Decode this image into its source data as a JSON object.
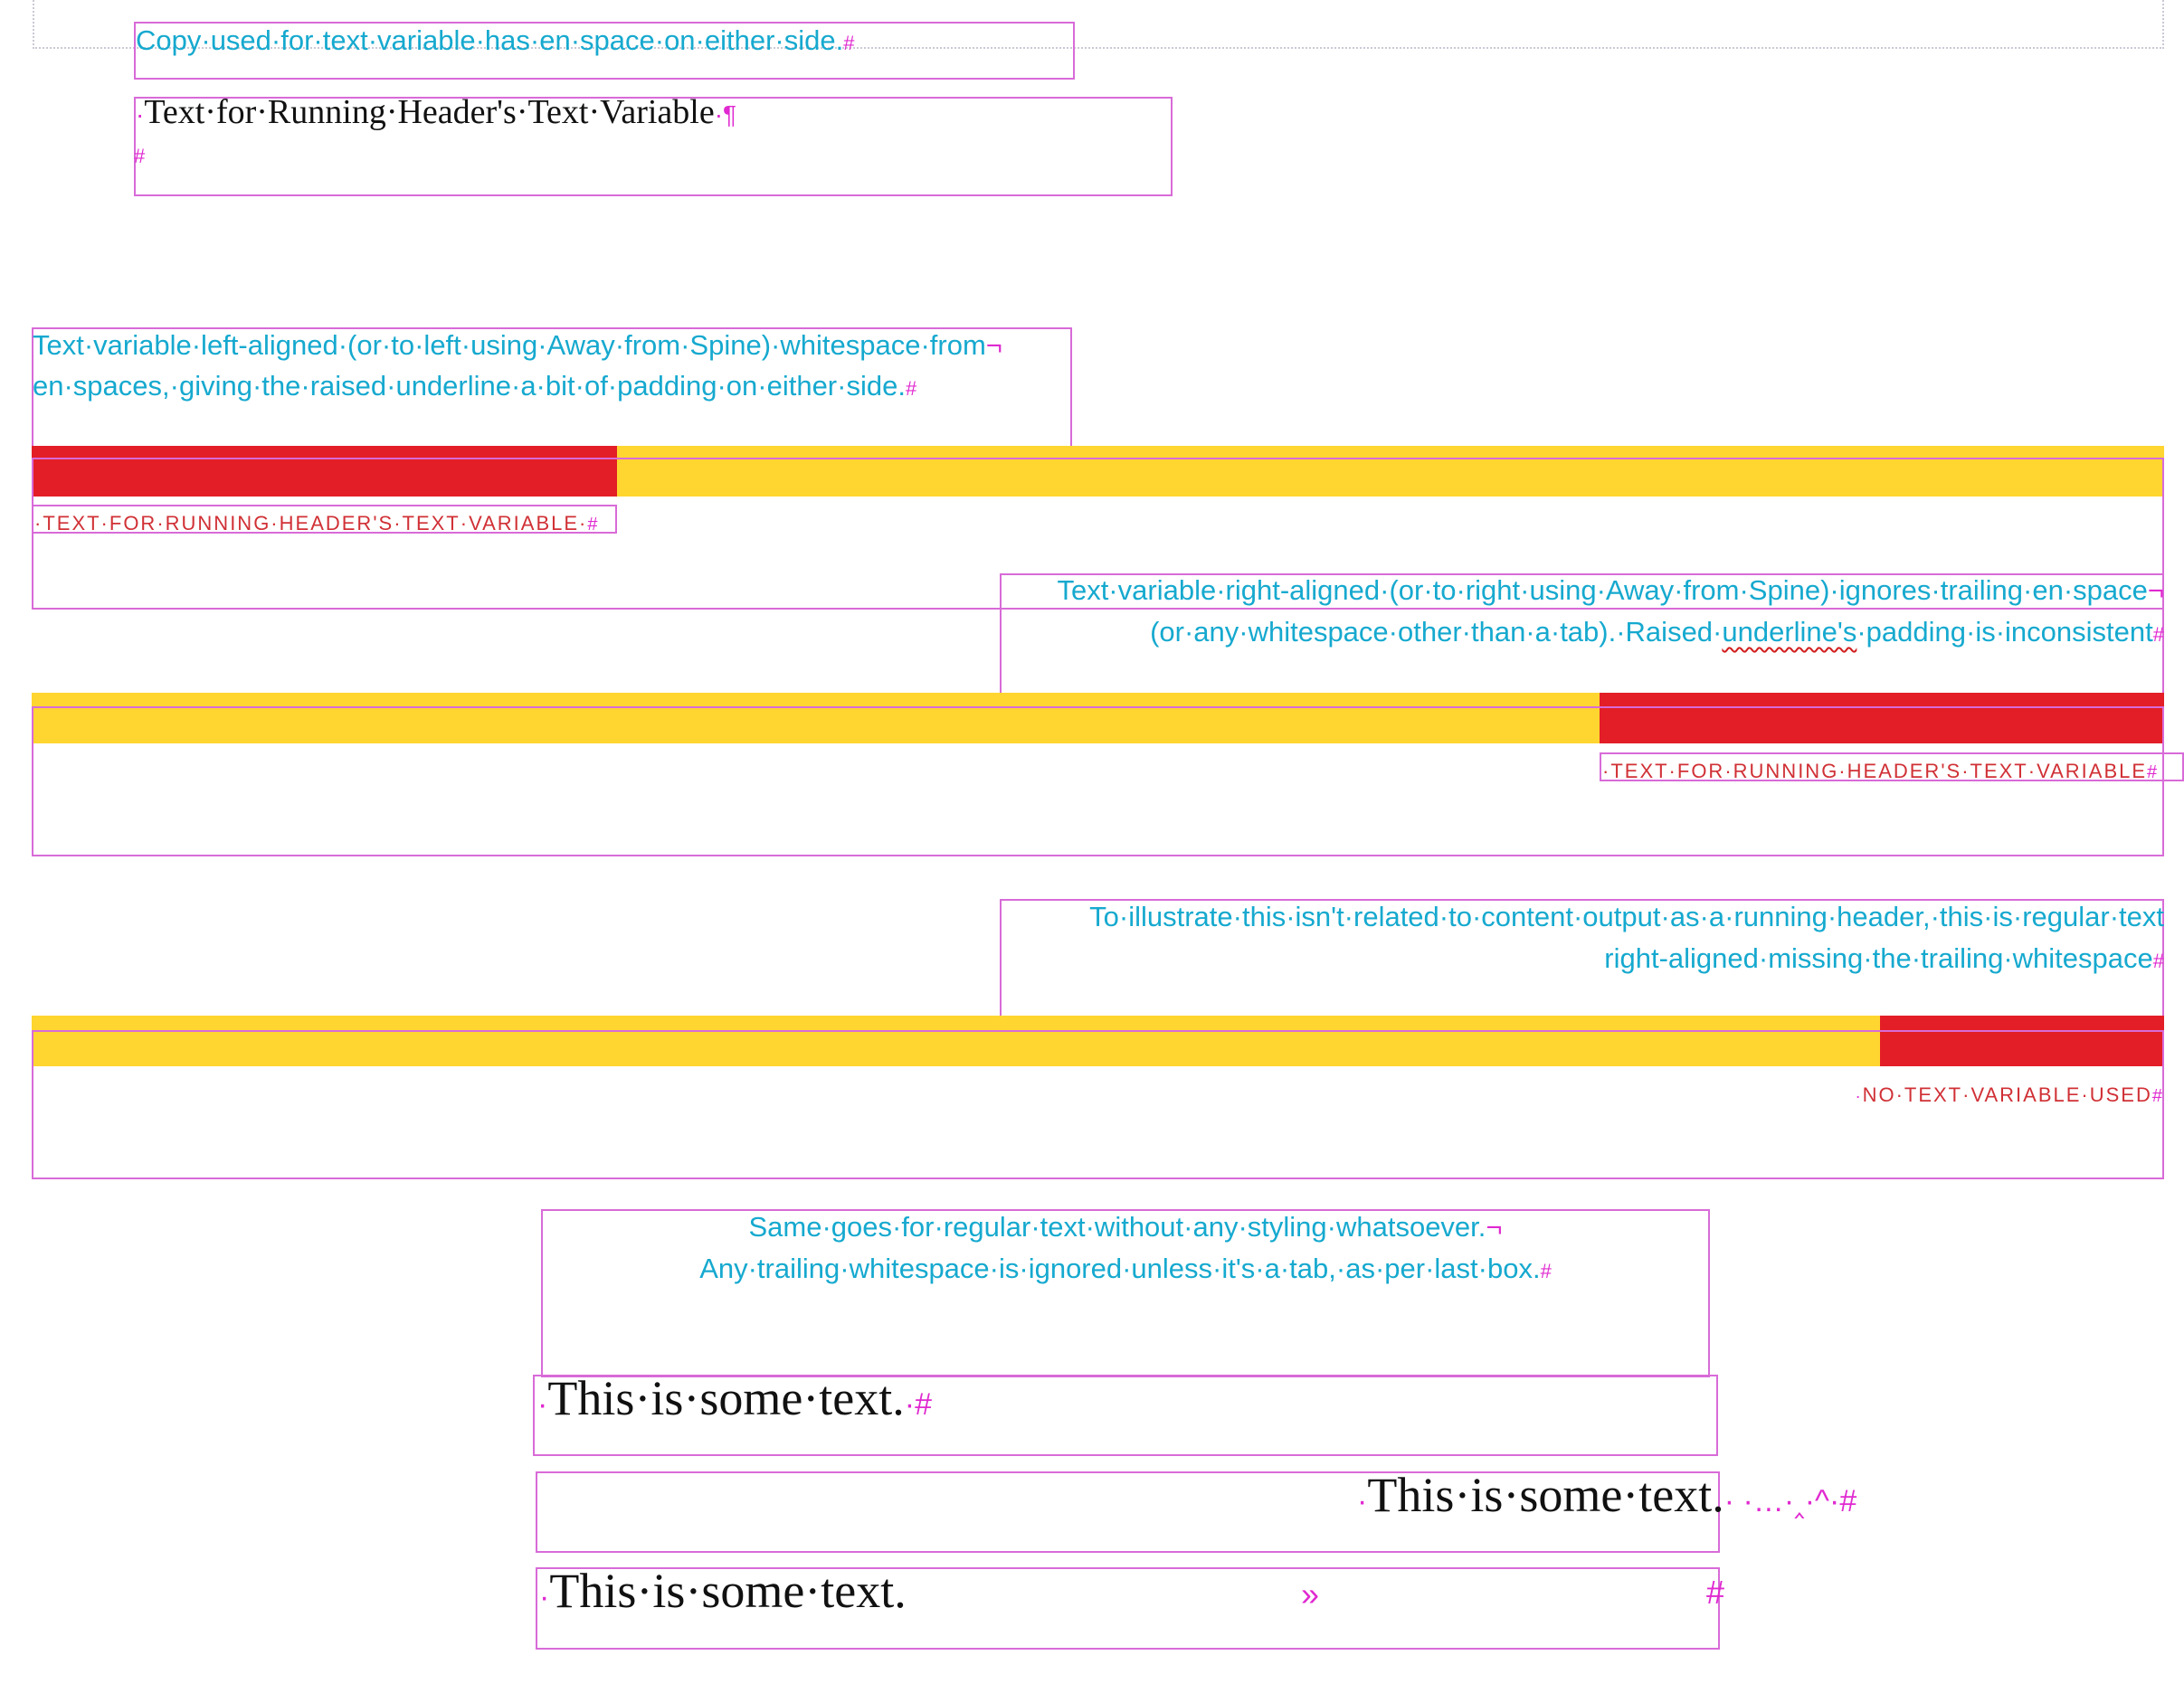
{
  "box1": {
    "text": "Copy·used·for·text·variable·has·en·space·on·either·side.",
    "end": "#"
  },
  "box2": {
    "open": "·",
    "text": "Text·for·Running·Header's·Text·Variable",
    "close": "·¶",
    "end": "#"
  },
  "sec1": {
    "line1": "Text·variable·left-aligned·(or·to·left·using·Away·from·Spine)·whitespace·from",
    "line1_end": "¬",
    "line2": "en·spaces,·giving·the·raised·underline·a·bit·of·padding·on·either·side.",
    "line2_end": "#",
    "header": "·TEXT·FOR·RUNNING·HEADER'S·TEXT·VARIABLE·",
    "header_end": "#"
  },
  "sec2": {
    "line1": "Text·variable·right-aligned·(or·to·right·using·Away·from·Spine)·ignores·trailing·en·space",
    "line1_end": "¬",
    "line2_a": "(or·any·whitespace·other·than·a·tab).·Raised·",
    "line2_b": "underline's",
    "line2_c": "·padding·is·inconsistent",
    "line2_end": "#",
    "header": "·TEXT·FOR·RUNNING·HEADER'S·TEXT·VARIABLE",
    "header_end": "#"
  },
  "sec3": {
    "line1": "To·illustrate·this·isn't·related·to·content·output·as·a·running·header,·this·is·regular·text",
    "line2": "right-aligned·missing·the·trailing·whitespace",
    "line2_end": "#",
    "header": "NO·TEXT·VARIABLE·USED",
    "header_end": "#"
  },
  "sec4": {
    "line1": "Same·goes·for·regular·text·without·any·styling·whatsoever.",
    "line1_end": "¬",
    "line2": "Any·trailing·whitespace·is·ignored·unless·it's·a·tab,·as·per·last·box.",
    "line2_end": "#"
  },
  "sample1": {
    "open": "·",
    "text": "This·is·some·text.",
    "close": "·",
    "end": "#"
  },
  "sample2": {
    "open": "·",
    "text": "This·is·some·text.",
    "trail": "· ·…·‸·^·",
    "end": "#"
  },
  "sample3": {
    "open": "·",
    "text": "This·is·some·text.",
    "tab": "»",
    "end": "#"
  },
  "colors": {
    "cyan_text": "#16a9cf",
    "frame": "#d86bd8",
    "bar_yellow": "#ffd530",
    "bar_red": "#e31e26",
    "caps_red": "#d03035",
    "hidden_chars": "#e029d0"
  }
}
